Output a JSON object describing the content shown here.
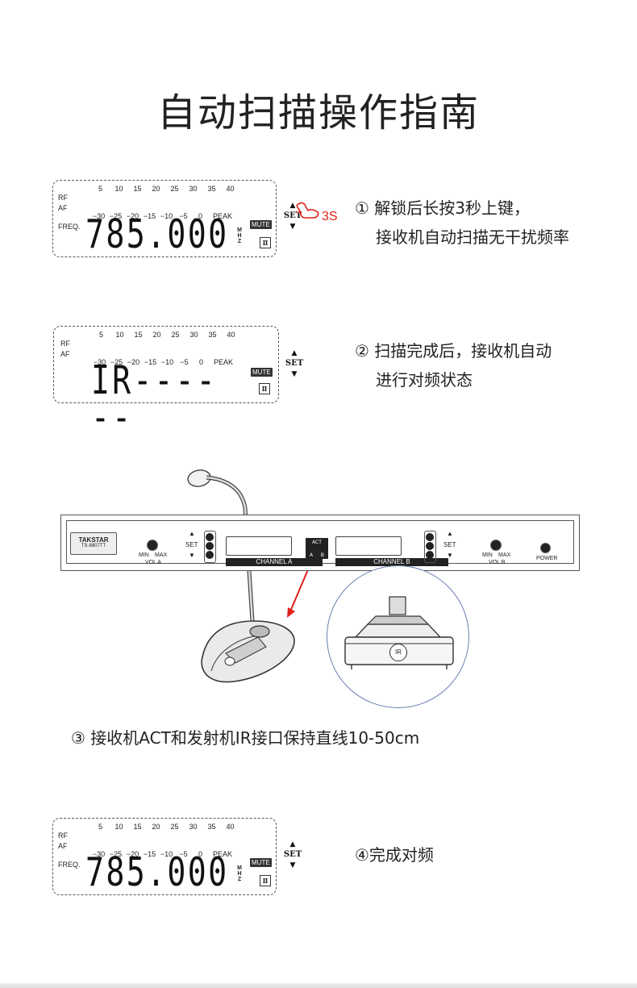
{
  "title": "自动扫描操作指南",
  "lcd": {
    "rf": "RF",
    "af": "AF",
    "freq_label": "FREQ.",
    "top_scale": [
      "5",
      "10",
      "15",
      "20",
      "25",
      "30",
      "35",
      "40"
    ],
    "bottom_scale": [
      "−30",
      "−25",
      "−20",
      "−15",
      "−10",
      "−5",
      "0",
      "PEAK"
    ],
    "mute": "MUTE",
    "mhz": "M H Z",
    "channel_mark": "Ⅱ",
    "frequency": "785.000",
    "ir_display": "IR------"
  },
  "set_control": {
    "up": "▲",
    "label": "SET",
    "down": "▼"
  },
  "hold_time": "3S",
  "steps": {
    "step1_line1": "① 解锁后长按3秒上键，",
    "step1_line2": "接收机自动扫描无干扰频率",
    "step2_line1": "② 扫描完成后，接收机自动",
    "step2_line2": "进行对频状态",
    "step3": "③ 接收机ACT和发射机IR接口保持直线10-50cm",
    "step4": "④完成对频"
  },
  "receiver": {
    "brand": "TAKSTAR",
    "model": "TS-8807TT",
    "min": "MIN",
    "max": "MAX",
    "vol_a": "VOL A",
    "vol_b": "VOL B",
    "set": "SET",
    "channel_a": "CHANNEL A",
    "channel_b": "CHANNEL B",
    "act": "ACT",
    "act_a": "A",
    "act_b": "B",
    "power": "POWER"
  },
  "transmitter": {
    "ir": "IR"
  },
  "colors": {
    "accent_red": "#e0201b",
    "zoom_circle": "#6a7fb0"
  }
}
